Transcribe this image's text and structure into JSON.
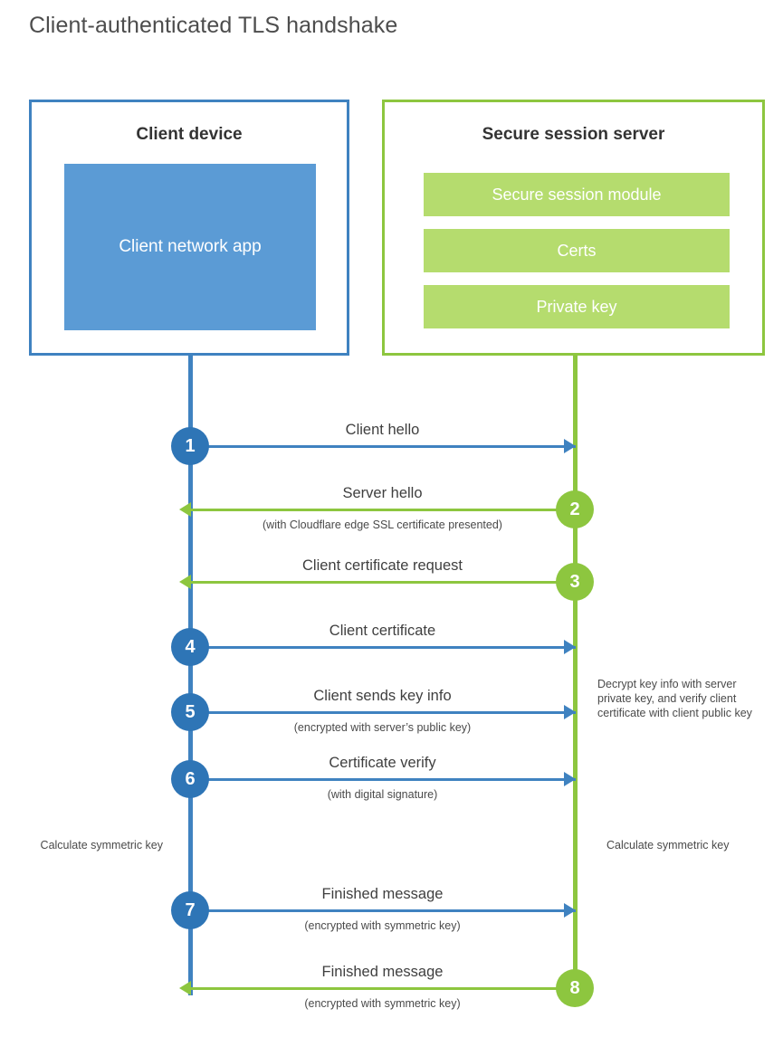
{
  "title": "Client-authenticated TLS handshake",
  "colors": {
    "blue_border": "#3f82c0",
    "blue_fill": "#5b9bd5",
    "blue_circle": "#2e75b6",
    "green_border": "#8dc63f",
    "green_fill": "#b5dc6e",
    "text": "#3b3b3b"
  },
  "client": {
    "title": "Client device",
    "app_label": "Client network app"
  },
  "server": {
    "title": "Secure session server",
    "components": [
      "Secure session module",
      "Certs",
      "Private key"
    ]
  },
  "steps": [
    {
      "number": "1",
      "side": "left",
      "direction": "right",
      "label": "Client hello",
      "sub": ""
    },
    {
      "number": "2",
      "side": "right",
      "direction": "left",
      "label": "Server hello",
      "sub": "(with Cloudflare edge SSL certificate presented)"
    },
    {
      "number": "3",
      "side": "right",
      "direction": "left",
      "label": "Client certificate request",
      "sub": ""
    },
    {
      "number": "4",
      "side": "left",
      "direction": "right",
      "label": "Client certificate",
      "sub": ""
    },
    {
      "number": "5",
      "side": "left",
      "direction": "right",
      "label": "Client sends key info",
      "sub": "(encrypted with server’s public key)"
    },
    {
      "number": "6",
      "side": "left",
      "direction": "right",
      "label": "Certificate verify",
      "sub": "(with digital signature)"
    },
    {
      "number": "7",
      "side": "left",
      "direction": "right",
      "label": "Finished message",
      "sub": "(encrypted with symmetric key)"
    },
    {
      "number": "8",
      "side": "right",
      "direction": "left",
      "label": "Finished message",
      "sub": "(encrypted with symmetric key)"
    }
  ],
  "notes": {
    "decrypt": "Decrypt key info with server private key, and verify client certificate with client public key",
    "calculate_client": "Calculate symmetric key",
    "calculate_server": "Calculate symmetric key"
  }
}
